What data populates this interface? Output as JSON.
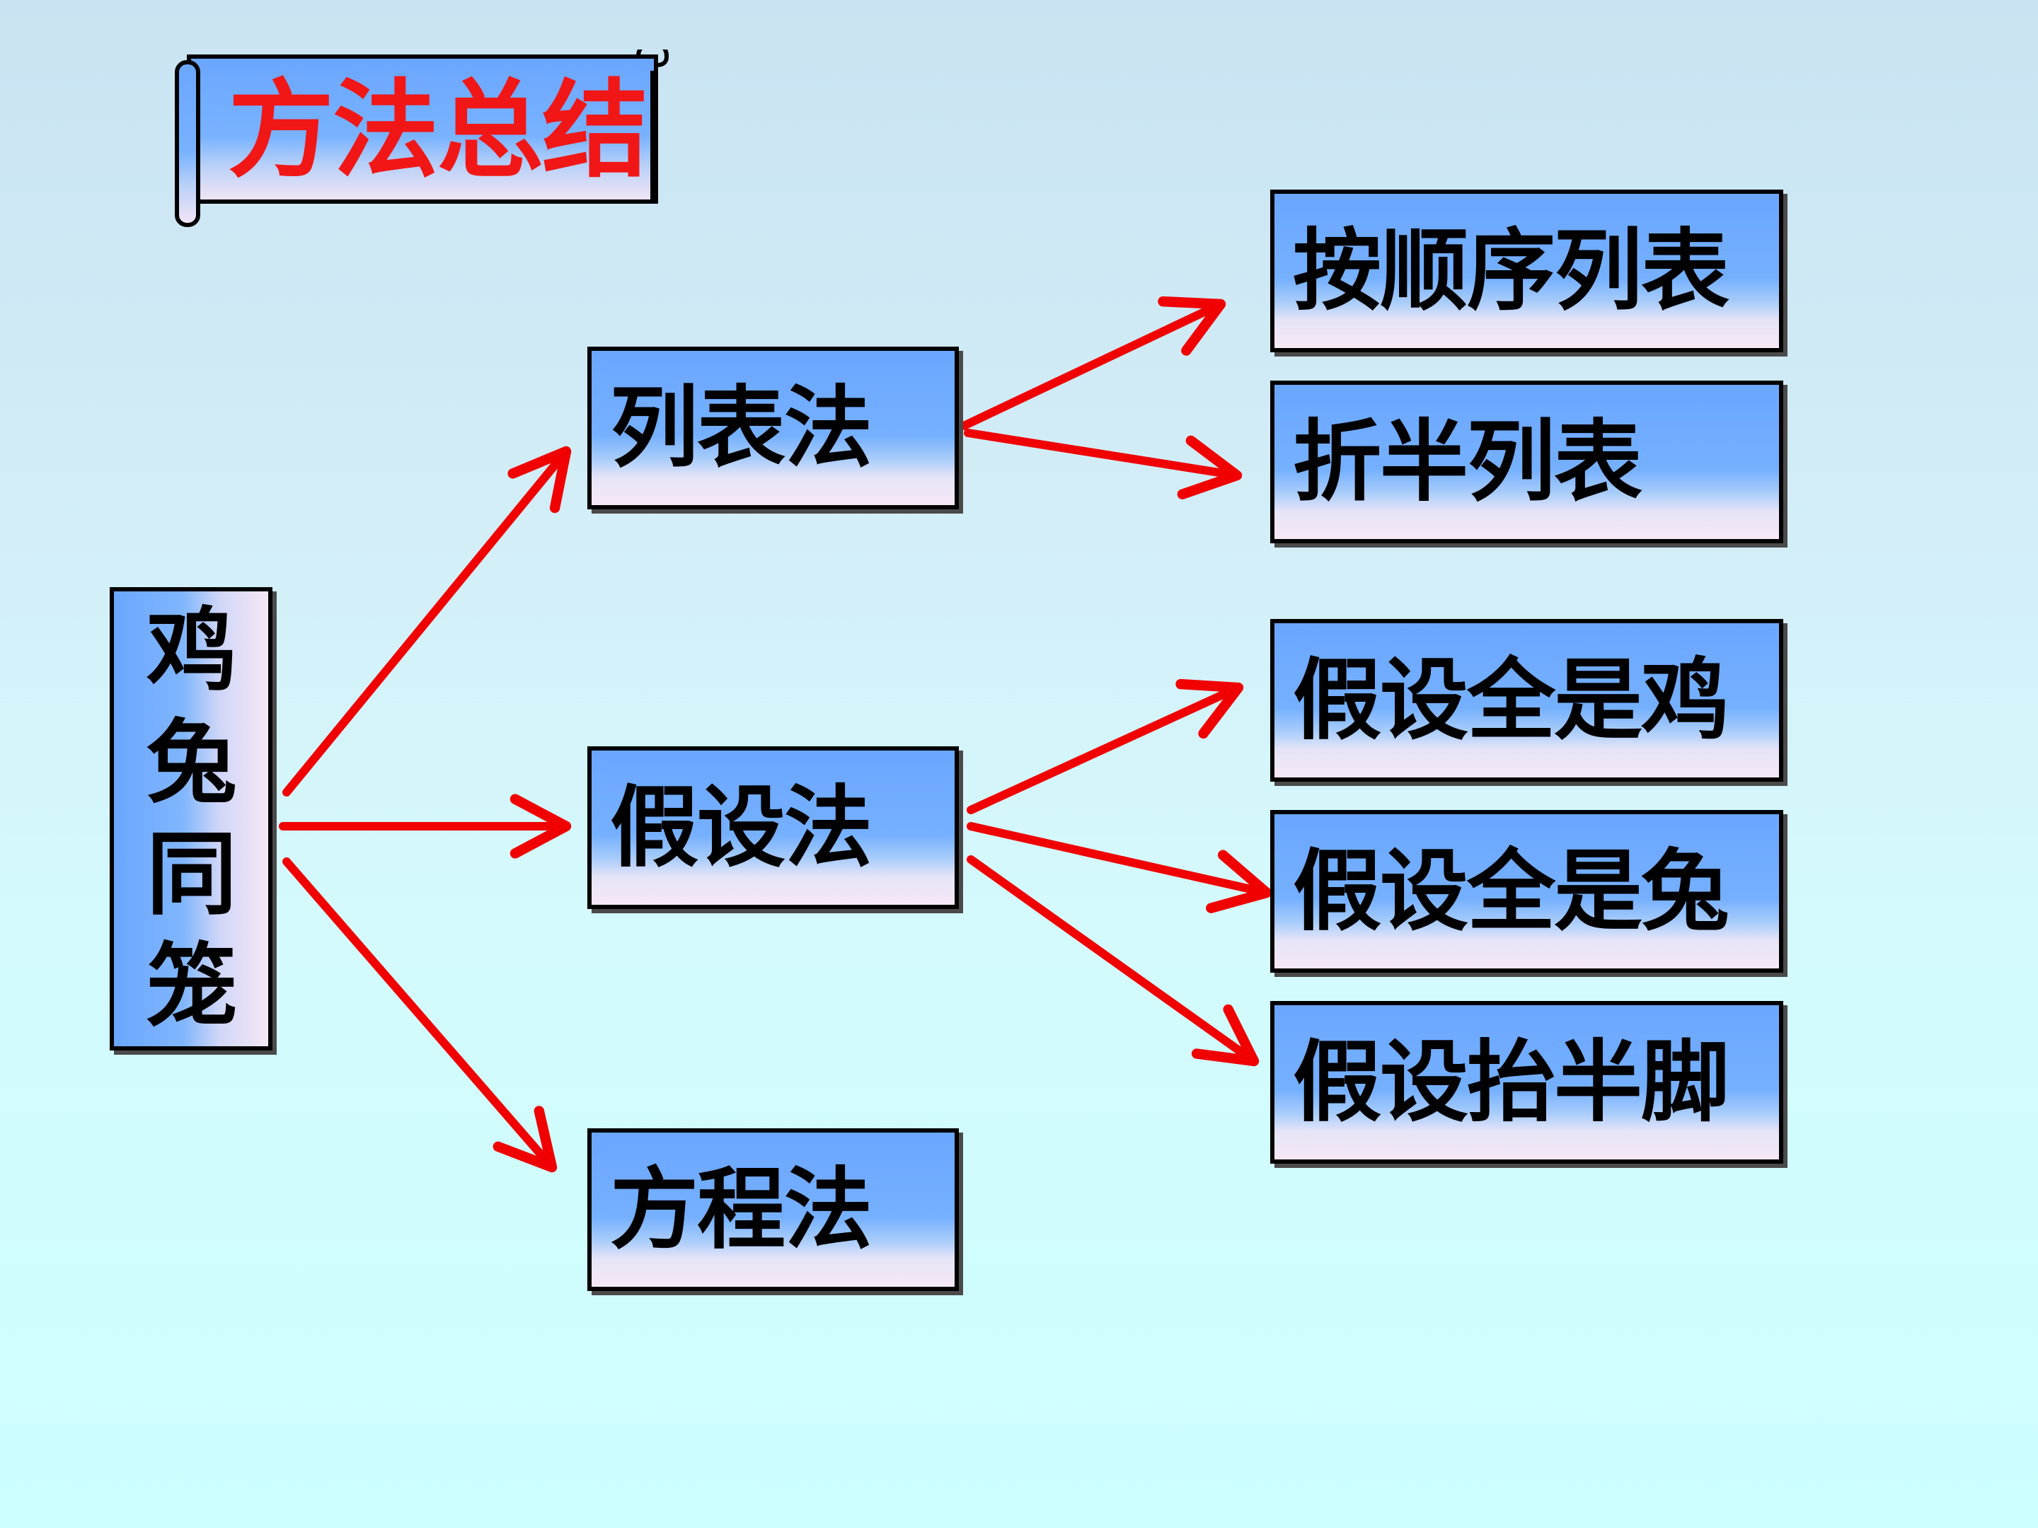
{
  "banner": {
    "title": "方法总结"
  },
  "root": {
    "chars": [
      "鸡",
      "兔",
      "同",
      "笼"
    ]
  },
  "methods": [
    {
      "label": "列表法"
    },
    {
      "label": "假设法"
    },
    {
      "label": "方程法"
    }
  ],
  "submethods": [
    {
      "label": "按顺序列表"
    },
    {
      "label": "折半列表"
    },
    {
      "label": "假设全是鸡"
    },
    {
      "label": "假设全是兔"
    },
    {
      "label": "假设抬半脚"
    }
  ],
  "colors": {
    "arrow": "#f00000",
    "title_text": "#f21717",
    "box_border": "#000000"
  }
}
